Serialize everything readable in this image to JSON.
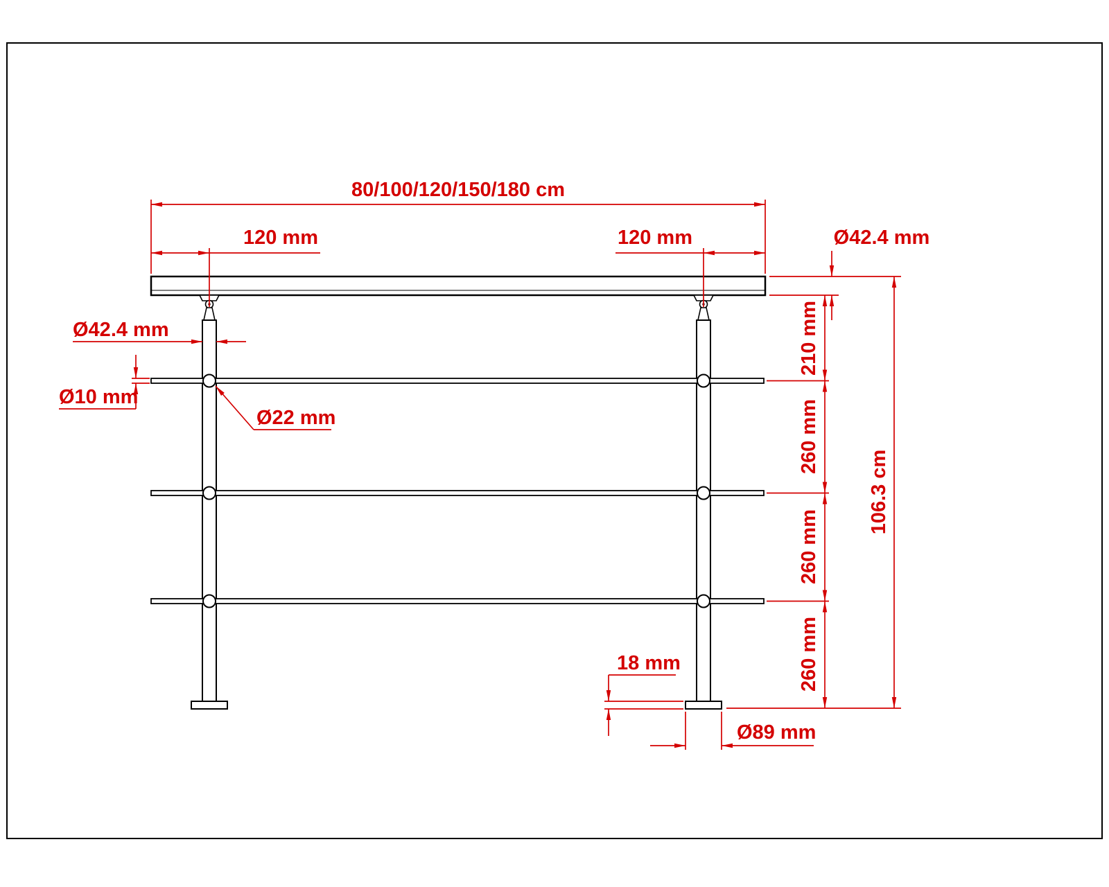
{
  "drawing": {
    "kind": "technical-dimension-drawing",
    "subject": "stainless-steel balustrade post with handrail, three crossbars and base plate",
    "colors": {
      "dimension": "#d40000",
      "outline": "#000000",
      "background": "#ffffff"
    },
    "dimensions": {
      "overall_length": "80/100/120/150/180 cm",
      "left_post_offset": "120 mm",
      "right_post_offset": "120 mm",
      "handrail_diameter": "Ø42.4 mm",
      "post_diameter": "Ø42.4 mm",
      "crossbar_diameter": "Ø10 mm",
      "crossbar_holder_diameter": "Ø22 mm",
      "handrail_to_first_bar": "210 mm",
      "bar_spacing_1": "260 mm",
      "bar_spacing_2": "260 mm",
      "bar_spacing_3": "260 mm",
      "total_height": "106.3 cm",
      "base_plate_thickness": "18 mm",
      "base_plate_diameter": "Ø89 mm"
    }
  }
}
